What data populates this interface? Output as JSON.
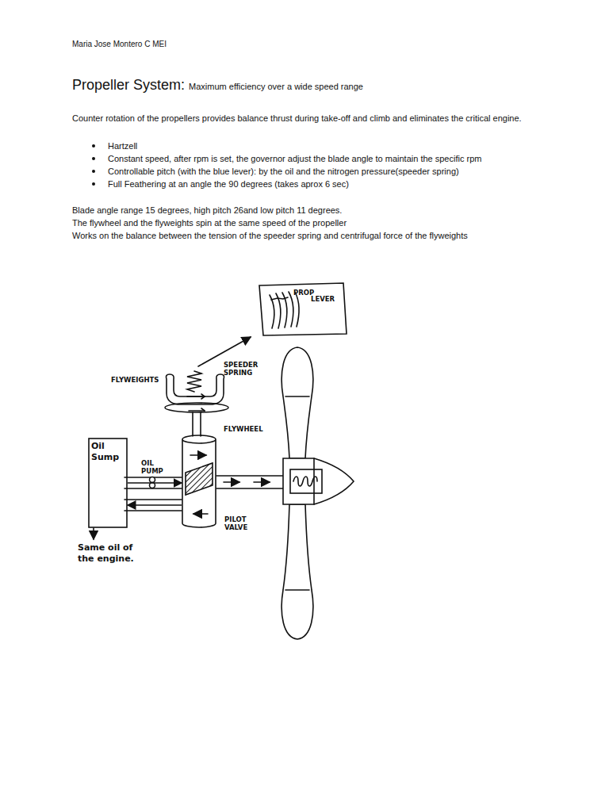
{
  "diagram": {
    "title": "Propeller System:",
    "nodes": [
      {
        "text": [
          "PROP",
          "LEVER"
        ]
      },
      {
        "text": [
          "Oil Sump"
        ]
      },
      {
        "text": [
          "PILOT VALVE"
        ]
      }
    ],
    "edges": [
      {
        "from": 1,
        "to": 2,
        "arrow": "to"
      },
      {
        "from": 2,
        "to": 1,
        "arrow": "to"
      }
    ],
    "labels": [
      "Maria Jose Montero C MEI",
      "Maximum efficiency over a wide speed range",
      "Counter rotation of the propellers provides balance thrust during take-off and climb and eliminates the critical engine.",
      "Hartzell",
      "Constant speed, after rpm is set, the governor adjust the blade angle to maintain the specific rpm",
      "Controllable pitch (with the blue lever): by the oil and the nitrogen pressure(speeder spring)",
      "Full Feathering at an angle the 90 degrees  (takes aprox 6 sec)",
      "Blade angle range 15 degrees, high pitch 26and low pitch 11 degrees.",
      "The flywheel and the flyweights spin at the same speed of the propeller",
      "Works on the balance between the tension of the speeder spring and centrifugal force of the flyweights",
      "FLYWEIGHTS",
      "SPEEDER SPRING",
      "FLYWHEEL",
      "OIL PUMP",
      "Same oil of the engine."
    ]
  }
}
